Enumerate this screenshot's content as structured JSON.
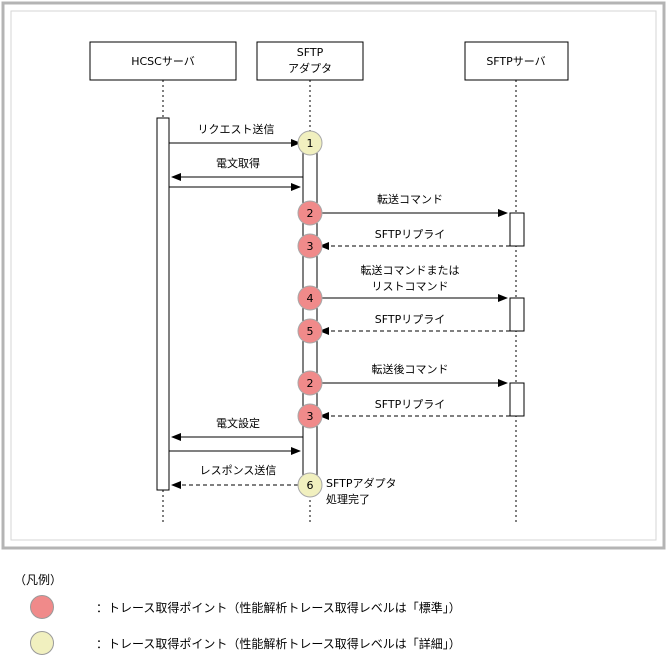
{
  "colors": {
    "standard": "#f08a8a",
    "detail": "#f1f0bf",
    "frame": "#b4b4b4"
  },
  "lifelines": {
    "hcsc": "HCSCサーバ",
    "adapter_line1": "SFTP",
    "adapter_line2": "アダプタ",
    "sftp": "SFTPサーバ"
  },
  "messages": {
    "request": "リクエスト送信",
    "get_msg": "電文取得",
    "transfer_cmd": "転送コマンド",
    "reply1": "SFTPリプライ",
    "transfer_or_list_line1": "転送コマンドまたは",
    "transfer_or_list_line2": "リストコマンド",
    "reply2": "SFTPリプライ",
    "post_transfer_cmd": "転送後コマンド",
    "reply3": "SFTPリプライ",
    "set_msg": "電文設定",
    "response": "レスポンス送信",
    "complete_line1": "SFTPアダプタ",
    "complete_line2": "処理完了"
  },
  "points": [
    {
      "num": "1",
      "kind": "detail"
    },
    {
      "num": "2",
      "kind": "standard"
    },
    {
      "num": "3",
      "kind": "standard"
    },
    {
      "num": "4",
      "kind": "standard"
    },
    {
      "num": "5",
      "kind": "standard"
    },
    {
      "num": "2",
      "kind": "standard"
    },
    {
      "num": "3",
      "kind": "standard"
    },
    {
      "num": "6",
      "kind": "detail"
    }
  ],
  "legend": {
    "title": "（凡例）",
    "standard": "：トレース取得ポイント（性能解析トレース取得レベルは「標準」）",
    "detail": "：トレース取得ポイント（性能解析トレース取得レベルは「詳細」）"
  }
}
